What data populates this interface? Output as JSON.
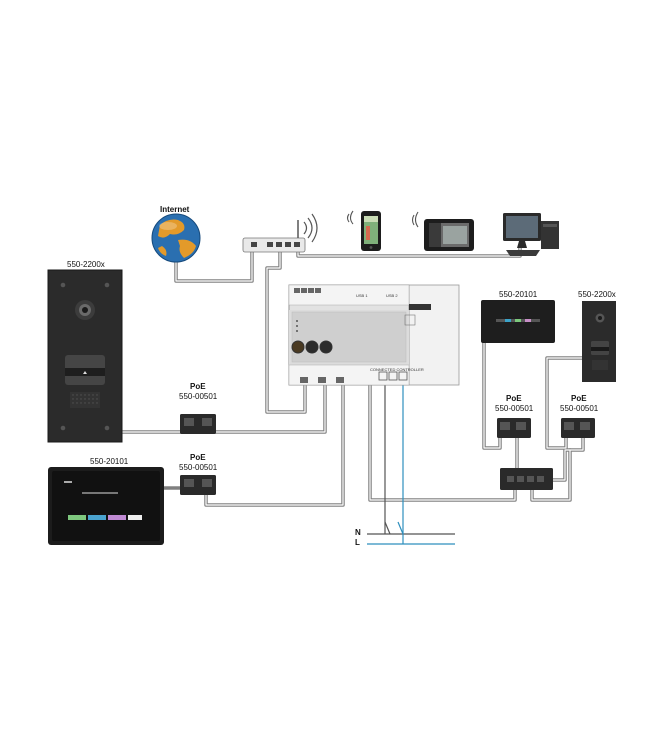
{
  "labels": {
    "internet": "Internet",
    "outdoor_left": "550-2200x",
    "outdoor_right": "550-2200x",
    "panel_left": "550-20101",
    "panel_right": "550-20101",
    "poe_a_title": "PoE",
    "poe_a_code": "550-00501",
    "poe_b_title": "PoE",
    "poe_b_code": "550-00501",
    "poe_c_title": "PoE",
    "poe_c_code": "550-00501",
    "poe_d_title": "PoE",
    "poe_d_code": "550-00501",
    "phase_n": "N",
    "phase_l": "L"
  },
  "controller": {
    "usb1": "USB 1",
    "usb2": "USB 2",
    "footer": "CONNECTED CONTROLLER"
  },
  "colors": {
    "cable": "#7d7d7d",
    "cable_outline": "#ffffff",
    "mains_blue": "#2e8fbe",
    "device_dark": "#222222",
    "globe_blue": "#2a6fb0",
    "globe_orange": "#e39a2a"
  }
}
